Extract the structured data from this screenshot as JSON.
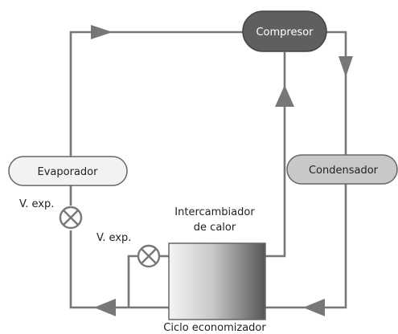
{
  "labels": {
    "compresor": "Compresor",
    "condensador": "Condensador",
    "evaporador": "Evaporador",
    "vexp_left": "V. exp.",
    "vexp_hx": "V. exp.",
    "intercambiador_line1": "Intercambiador",
    "intercambiador_line2": "de calor",
    "ciclo": "Ciclo economizador"
  },
  "colors": {
    "line": "#777777",
    "compresor_fill": "#5f5f5f",
    "condensador_fill": "#c8c8c8",
    "evaporador_fill": "#f2f2f2",
    "heat_exchanger_light": "#f4f4f4",
    "heat_exchanger_dark": "#555555"
  }
}
